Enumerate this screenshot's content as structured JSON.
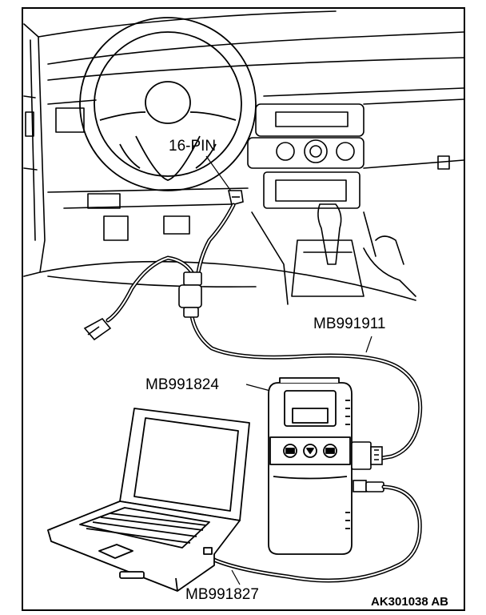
{
  "labels": {
    "connector": "16-PIN",
    "cable_main": "MB991911",
    "tool": "MB991824",
    "cable_usb": "MB991827"
  },
  "figure_code": "AK301038 AB",
  "colors": {
    "line": "#000000",
    "background": "#ffffff"
  }
}
